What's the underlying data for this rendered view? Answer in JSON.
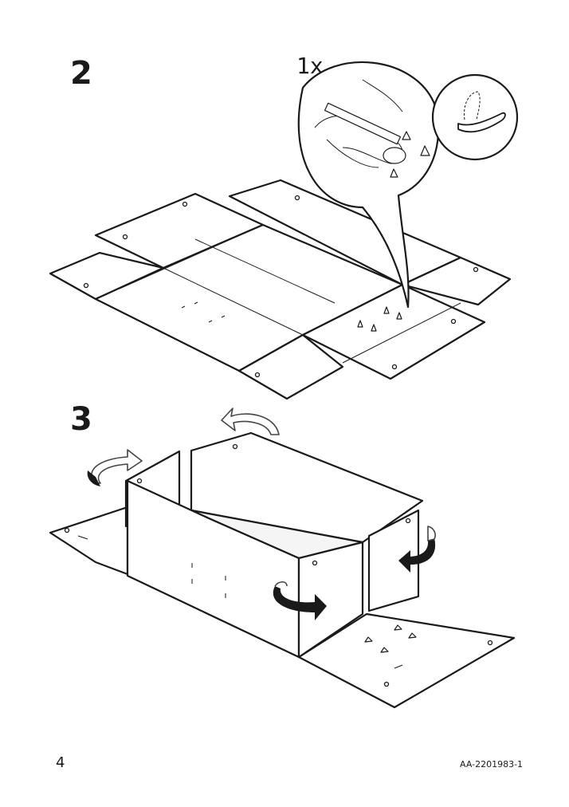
{
  "steps": [
    {
      "number": "2",
      "quantity": "1x"
    },
    {
      "number": "3"
    }
  ],
  "footer": {
    "page_number": "4",
    "document_code": "AA-2201983-1"
  },
  "icons": {
    "hand": "hand-inserting-clip-icon",
    "clip_detail": "clip-detail-icon",
    "rotate_arrows": "curved-fold-arrow-icon"
  }
}
